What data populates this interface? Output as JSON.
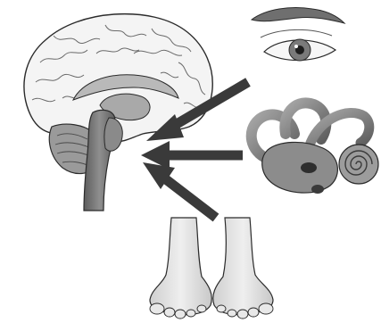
{
  "diagram": {
    "inputs": [
      {
        "source": "eye",
        "target": "brainstem"
      },
      {
        "source": "inner-ear",
        "target": "brainstem"
      },
      {
        "source": "feet",
        "target": "brainstem"
      }
    ],
    "colors": {
      "background": "#ffffff",
      "outline": "#2b2b2b",
      "brain_fill": "#f4f4f4",
      "deep_structure_fill": "#b9b9b9",
      "brainstem_fill": "#7d7d7d",
      "cerebellum_fill": "#9a9a9a",
      "arrow": "#3a3a3a",
      "ear_fill": "#8c8c8c",
      "foot_fill": "#e2e2e2"
    }
  }
}
